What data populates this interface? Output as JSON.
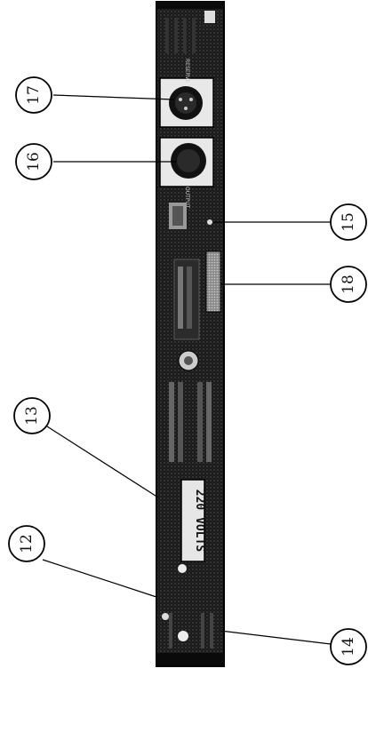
{
  "panel": {
    "voltage_label": "220 VOLTS",
    "top_connector_label": "RESERVE",
    "bottom_connector_label": "OUTPUT"
  },
  "callouts": [
    {
      "id": "12",
      "label": "12"
    },
    {
      "id": "13",
      "label": "13"
    },
    {
      "id": "14",
      "label": "14"
    },
    {
      "id": "15",
      "label": "15"
    },
    {
      "id": "16",
      "label": "16"
    },
    {
      "id": "17",
      "label": "17"
    },
    {
      "id": "18",
      "label": "18"
    }
  ]
}
